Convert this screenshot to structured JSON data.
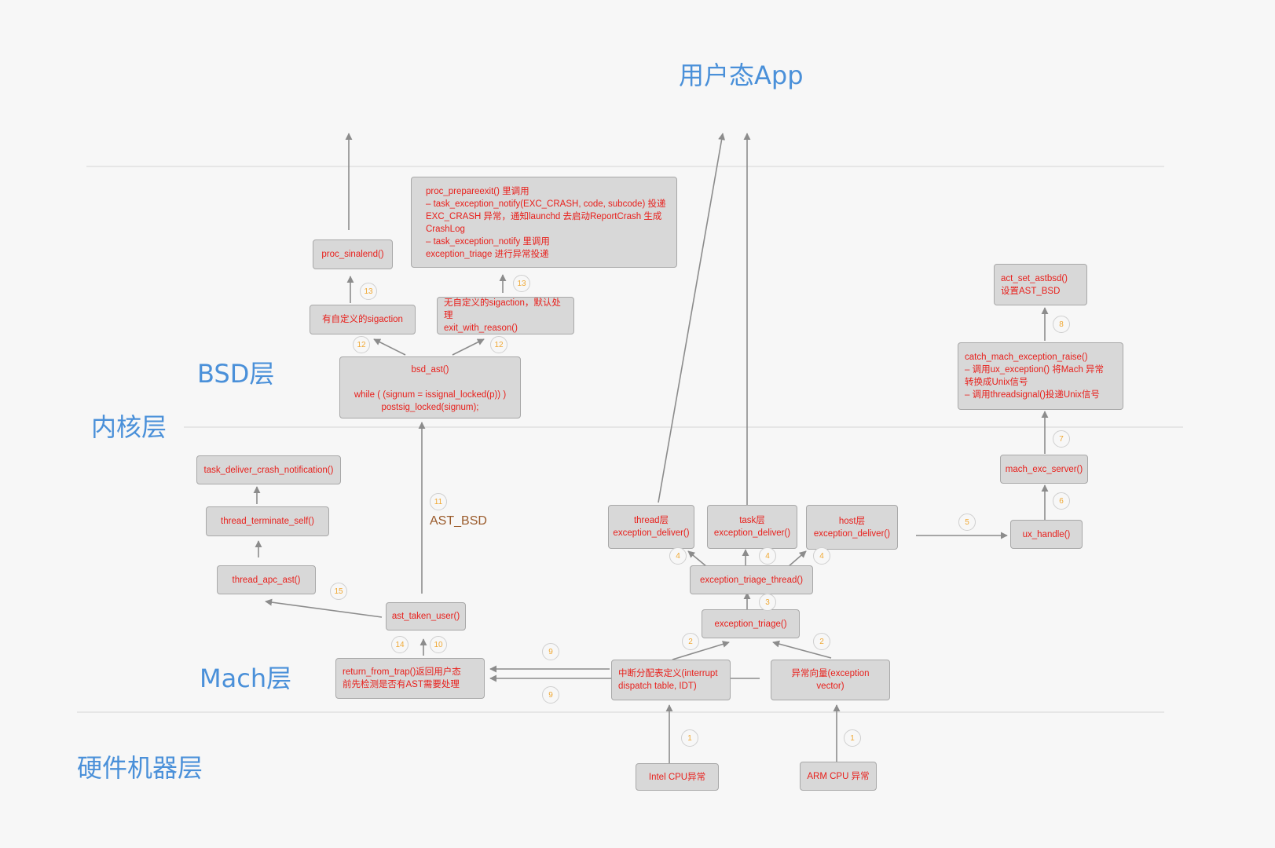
{
  "layers": {
    "user_app": "用户态App",
    "bsd": "BSD层",
    "kernel": "内核层",
    "mach": "Mach层",
    "hardware": "硬件机器层"
  },
  "boxes": {
    "proc_sinalend": "proc_sinalend()",
    "proc_prepareexit": "proc_prepareexit() 里调用\n– task_exception_notify(EXC_CRASH, code, subcode) 投递\nEXC_CRASH 异常，通知launchd 去启动ReportCrash 生成\nCrashLog\n    – task_exception_notify 里调用\n       exception_triage 进行异常投递",
    "custom_sigaction": "有自定义的sigaction",
    "no_custom_sigaction": "无自定义的sigaction，默认处理\nexit_with_reason()",
    "bsd_ast": "bsd_ast()\n\nwhile ( (signum = issignal_locked(p)) )\n    postsig_locked(signum);",
    "act_set_astbsd": "act_set_astbsd()\n设置AST_BSD",
    "catch_mach_exception_raise": "catch_mach_exception_raise()\n– 调用ux_exception() 将Mach 异常\n转换成Unix信号\n– 调用threadsignal()投递Unix信号",
    "mach_exc_server": "mach_exc_server()",
    "ux_handle": "ux_handle()",
    "task_deliver_crash_notification": "task_deliver_crash_notification()",
    "thread_terminate_self": "thread_terminate_self()",
    "thread_apc_ast": "thread_apc_ast()",
    "ast_taken_user": "ast_taken_user()",
    "return_from_trap": "return_from_trap()返回用户态\n前先检测是否有AST需要处理",
    "thread_exception_deliver": "thread层\nexception_deliver()",
    "task_exception_deliver": "task层\nexception_deliver()",
    "host_exception_deliver": "host层\nexception_deliver()",
    "exception_triage_thread": "exception_triage_thread()",
    "exception_triage": "exception_triage()",
    "idt": "中断分配表定义(interrupt\ndispatch table, IDT)",
    "exception_vector": "异常向量(exception vector)",
    "intel_cpu": "Intel CPU异常",
    "arm_cpu": "ARM CPU 异常"
  },
  "edge_labels": {
    "ast_bsd": "AST_BSD"
  },
  "steps": {
    "s1a": "1",
    "s1b": "1",
    "s2a": "2",
    "s2b": "2",
    "s3": "3",
    "s4a": "4",
    "s4b": "4",
    "s4c": "4",
    "s5": "5",
    "s6": "6",
    "s7": "7",
    "s8": "8",
    "s9a": "9",
    "s9b": "9",
    "s10": "10",
    "s11": "11",
    "s12a": "12",
    "s12b": "12",
    "s13a": "13",
    "s13b": "13",
    "s14": "14",
    "s15": "15"
  },
  "colors": {
    "layer_text": "#4a90d9",
    "box_text": "#e8201c",
    "box_fill": "#d8d8d8",
    "step_number": "#f0a833",
    "arrow": "#8c8c8c",
    "edge_label": "#9a5a2a"
  }
}
